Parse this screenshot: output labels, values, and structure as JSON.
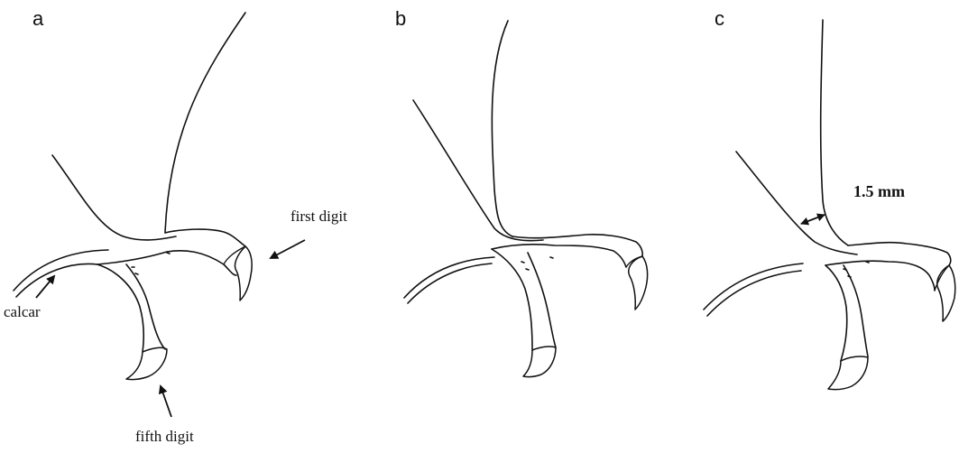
{
  "panels": [
    {
      "letter": "a"
    },
    {
      "letter": "b"
    },
    {
      "letter": "c"
    }
  ],
  "labels": {
    "first_digit": "first digit",
    "calcar": "calcar",
    "fifth_digit": "fifth digit"
  },
  "measurement": "1.5 mm",
  "colors": {
    "ink": "#111111",
    "background": "#ffffff"
  }
}
